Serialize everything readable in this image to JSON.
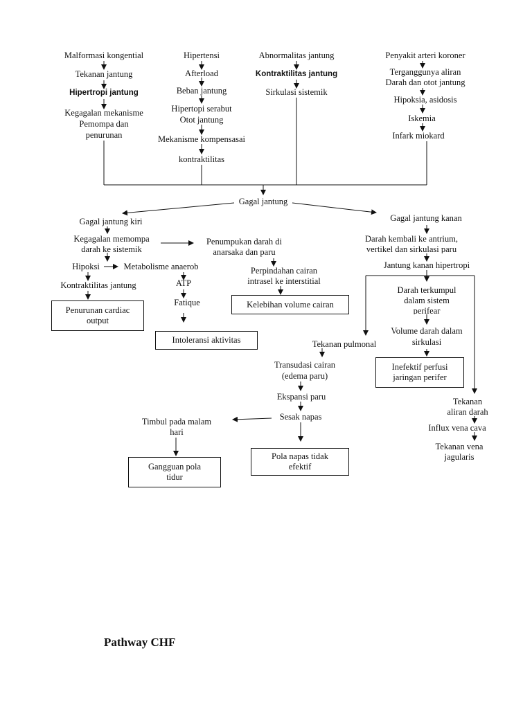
{
  "title": "Pathway CHF",
  "columns": {
    "c1": [
      "Malformasi kongential",
      "Tekanan jantung",
      "Hipertropi jantung",
      "Kegagalan mekanisme",
      "Pemompa dan",
      "penurunan"
    ],
    "c2": [
      "Hipertensi",
      "Afterload",
      "Beban jantung",
      "Hipertopi serabut",
      "Otot jantung",
      "Mekanisme kompensasai",
      "kontraktilitas"
    ],
    "c3": [
      "Abnormalitas jantung",
      "Kontraktilitas jantung",
      "Sirkulasi sistemik"
    ],
    "c4": [
      "Penyakit arteri koroner",
      "Terganggunya aliran",
      "Darah dan otot jantung",
      "Hipoksia, asidosis",
      "Iskemia",
      "Infark miokard"
    ]
  },
  "center": "Gagal jantung",
  "left": {
    "title": "Gagal jantung kiri",
    "pump1": "Kegagalan memompa",
    "pump2": "darah ke sistemik",
    "hipoksi": "Hipoksi",
    "metab": "Metabolisme anaerob",
    "atp": "ATP",
    "fatique": "Fatique",
    "kontraktilitas": "Kontraktilitas jantung",
    "box_cardiac1": "Penurunan cardiac",
    "box_cardiac2": "output",
    "box_intoleransi": "Intoleransi aktivitas",
    "penumpukan1": "Penumpukan darah di",
    "penumpukan2": "anarsaka dan paru",
    "perpindahan1": "Perpindahan cairan",
    "perpindahan2": "intrasel ke interstitial",
    "box_kelebihan": "Kelebihan volume cairan"
  },
  "middle": {
    "tekanan_pulmonal": "Tekanan pulmonal",
    "transudasi1": "Transudasi cairan",
    "transudasi2": "(edema paru)",
    "ekspansi": "Ekspansi paru",
    "sesak": "Sesak napas",
    "timbul1": "Timbul pada malam",
    "timbul2": "hari",
    "box_tidur1": "Gangguan pola",
    "box_tidur2": "tidur",
    "box_napas1": "Pola napas tidak",
    "box_napas2": "efektif"
  },
  "right": {
    "title": "Gagal jantung kanan",
    "darah1": "Darah kembali ke antrium,",
    "darah2": "vertikel dan sirkulasi paru",
    "hipertropi": "Jantung kanan hipertropi",
    "terkumpul1": "Darah terkumpul",
    "terkumpul2": "dalam  sistem",
    "terkumpul3": "perifear",
    "volume1": "Volume darah dalam",
    "volume2": "sirkulasi",
    "box_perfusi1": "Inefektif perfusi",
    "box_perfusi2": "jaringan perifer",
    "tekanan1": "Tekanan",
    "tekanan2": "aliran darah",
    "influx": "Influx vena cava",
    "vena1": "Tekanan vena",
    "vena2": "jagularis"
  }
}
